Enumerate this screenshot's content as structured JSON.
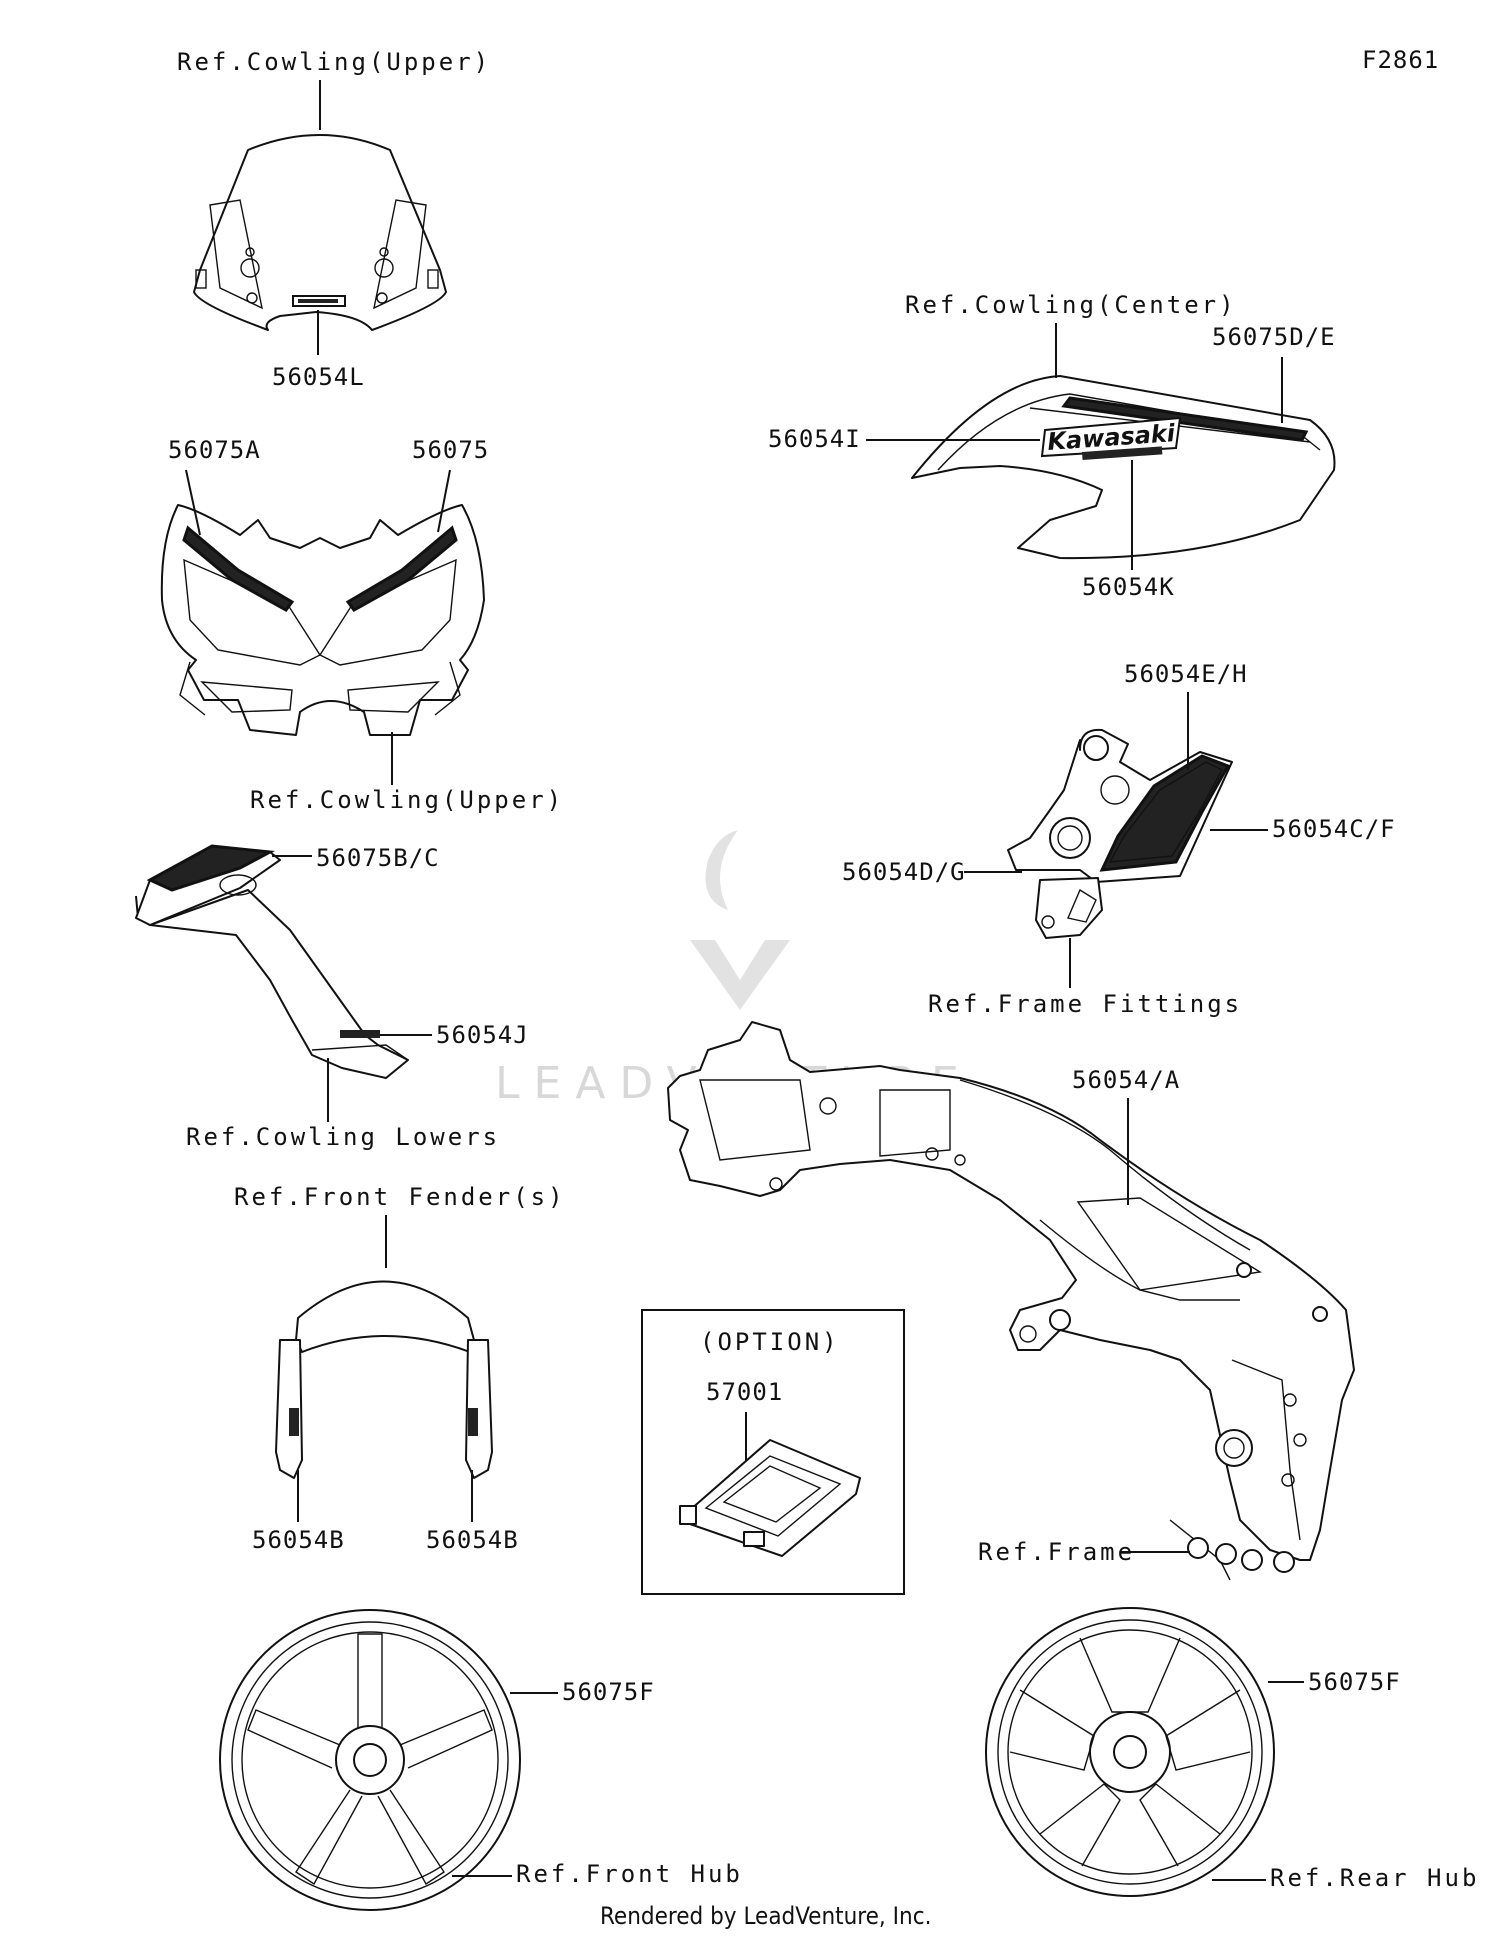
{
  "figure_code": "F2861",
  "footer": "Rendered by LeadVenture, Inc.",
  "watermark": "LEADVENTURE",
  "option_box": {
    "title": "(OPTION)",
    "part": "57001"
  },
  "labels": {
    "ref_cowling_upper_top": "Ref.Cowling(Upper)",
    "p56054L": "56054L",
    "p56075A": "56075A",
    "p56075": "56075",
    "ref_cowling_upper_mid": "Ref.Cowling(Upper)",
    "p56075BC": "56075B/C",
    "p56054J": "56054J",
    "ref_cowling_lowers": "Ref.Cowling Lowers",
    "ref_front_fender": "Ref.Front Fender(s)",
    "p56054B_left": "56054B",
    "p56054B_right": "56054B",
    "p56075F_left": "56075F",
    "ref_front_hub": "Ref.Front Hub",
    "ref_cowling_center": "Ref.Cowling(Center)",
    "p56075DE": "56075D/E",
    "p56054I": "56054I",
    "p56054K": "56054K",
    "p56054EH": "56054E/H",
    "p56054CF": "56054C/F",
    "p56054DG": "56054D/G",
    "ref_frame_fittings": "Ref.Frame Fittings",
    "p56054A": "56054/A",
    "ref_frame": "Ref.Frame",
    "p56075F_right": "56075F",
    "ref_rear_hub": "Ref.Rear Hub"
  },
  "logo_text": "Kawasaki"
}
